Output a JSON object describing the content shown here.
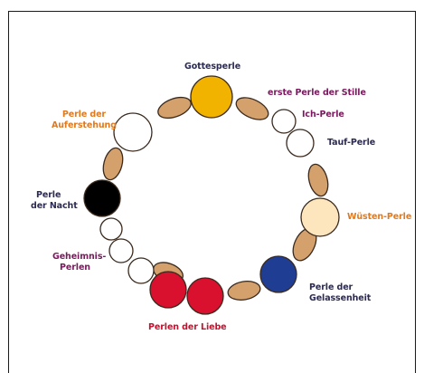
{
  "labels": {
    "gottesperle": "Gottesperle",
    "erste_perle_der_stille": "erste Perle der Stille",
    "ich_perle": "Ich-Perle",
    "tauf_perle": "Tauf-Perle",
    "wuesten_perle": "Wüsten-Perle",
    "perle_der_gelassenheit": [
      "Perle der",
      "Gelassenheit"
    ],
    "perlen_der_liebe": "Perlen der Liebe",
    "geheimnis_perlen": [
      "Geheimnis-",
      "Perlen"
    ],
    "perle_der_nacht": [
      "Perle",
      "der Nacht"
    ],
    "perle_der_auferstehung": [
      "Perle der",
      "Auferstehung"
    ]
  },
  "colors": {
    "gold": "#f2b200",
    "white": "#ffffff",
    "black": "#000000",
    "cream": "#fde6bd",
    "blue": "#1f3e93",
    "red": "#d9102e",
    "wood": "#d4a06c",
    "outline": "#3a2a1e"
  }
}
